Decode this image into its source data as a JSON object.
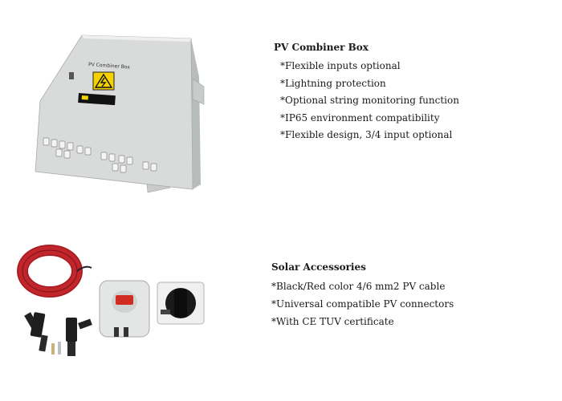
{
  "combiner": {
    "title": "PV Combiner Box",
    "box_label": "PV Combiner Box",
    "features": [
      "*Flexible inputs optional",
      "*Lightning protection",
      "*Optional string monitoring function",
      "*IP65 environment compatibility",
      "*Flexible design, 3/4 input optional"
    ]
  },
  "accessories": {
    "title": "Solar Accessories",
    "features": [
      "*Black/Red color 4/6 mm2 PV cable",
      "*Universal compatible PV connectors",
      "*With CE TUV certificate"
    ]
  }
}
